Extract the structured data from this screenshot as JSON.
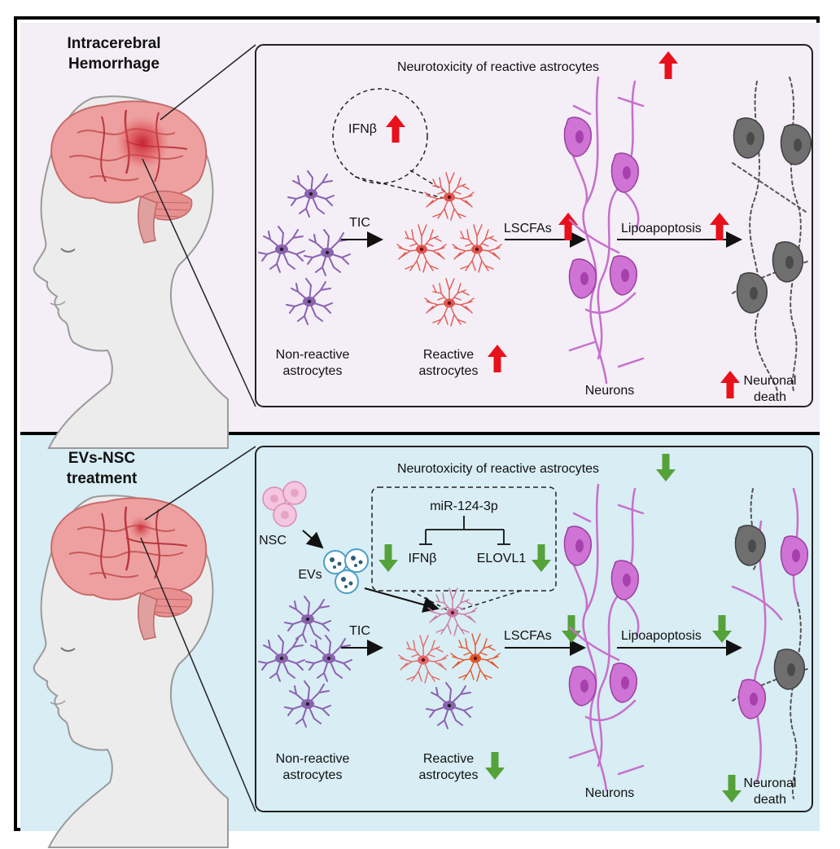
{
  "top_panel": {
    "title_line1": "Intracerebral",
    "title_line2": "Hemorrhage",
    "heading": "Neurotoxicity of reactive astrocytes",
    "ifnb": "IFNβ",
    "tic": "TIC",
    "lscfas": "LSCFAs",
    "lipoapoptosis": "Lipoapoptosis",
    "nonreactive_line1": "Non-reactive",
    "nonreactive_line2": "astrocytes",
    "reactive_line1": "Reactive",
    "reactive_line2": "astrocytes",
    "neurons": "Neurons",
    "death_line1": "Neuronal",
    "death_line2": "death"
  },
  "bottom_panel": {
    "title_line1": "EVs-NSC",
    "title_line2": "treatment",
    "heading": "Neurotoxicity of reactive astrocytes",
    "mirna": "miR-124-3p",
    "ifnb": "IFNβ",
    "elovl1": "ELOVL1",
    "nsc": "NSC",
    "evs": "EVs",
    "tic": "TIC",
    "lscfas": "LSCFAs",
    "lipoapoptosis": "Lipoapoptosis",
    "nonreactive_line1": "Non-reactive",
    "nonreactive_line2": "astrocytes",
    "reactive_line1": "Reactive",
    "reactive_line2": "astrocytes",
    "neurons": "Neurons",
    "death_line1": "Neuronal",
    "death_line2": "death"
  },
  "colors": {
    "up_arrow": "#e8101a",
    "down_arrow": "#55a13a",
    "top_bg": "#f4eef7",
    "bottom_bg": "#d8edf4",
    "astrocyte_nonreactive": "#8a62b0",
    "astrocyte_reactive": "#e0584f",
    "neuron": "#c66fcc",
    "dead_neuron": "#707070"
  }
}
